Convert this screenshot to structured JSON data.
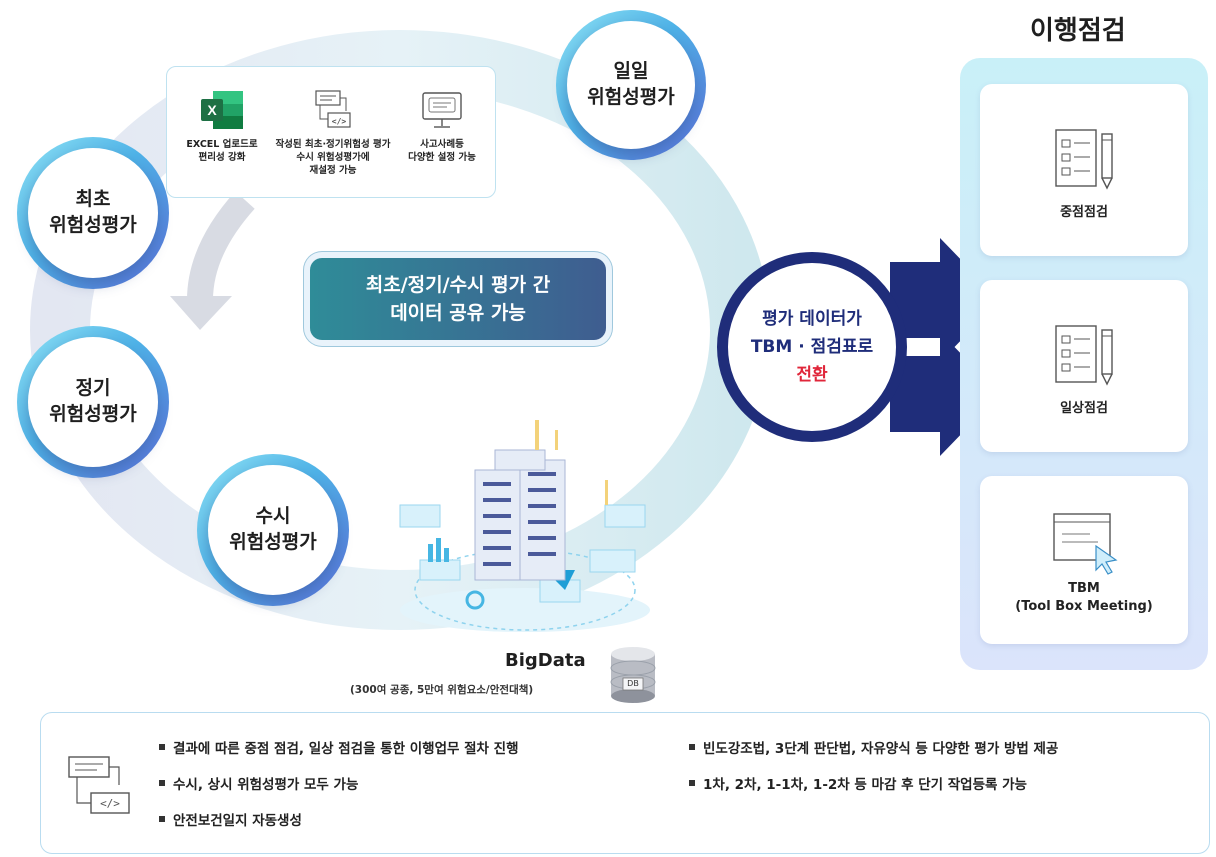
{
  "header": {
    "title": "이행점검"
  },
  "cycle": {
    "daily": {
      "line1": "일일",
      "line2": "위험성평가"
    },
    "initial": {
      "line1": "최초",
      "line2": "위험성평가"
    },
    "regular": {
      "line1": "정기",
      "line2": "위험성평가"
    },
    "occasional": {
      "line1": "수시",
      "line2": "위험성평가"
    }
  },
  "features": [
    {
      "icon": "excel-icon",
      "line1": "EXCEL 업로드로",
      "line2": "편리성 강화",
      "line3": ""
    },
    {
      "icon": "code-flow-icon",
      "line1": "작성된 최초·정기위험성 평가",
      "line2": "수시 위험성평가에",
      "line3": "재설정 가능"
    },
    {
      "icon": "monitor-icon",
      "line1": "사고사례등",
      "line2": "다양한 설정 가능",
      "line3": ""
    }
  ],
  "share_box": {
    "line1": "최초/정기/수시 평가 간",
    "line2": "데이터 공유 가능"
  },
  "conversion": {
    "line1": "평가 데이터가",
    "line2": "TBM · 점검표로",
    "line3": "전환"
  },
  "bigdata": {
    "title": "BigData",
    "subtitle": "(300여 공종, 5만여 위험요소/안전대책)",
    "db_label": "DB"
  },
  "inspection_cards": [
    {
      "icon": "checklist-pencil-icon",
      "label": "중점점검",
      "label2": ""
    },
    {
      "icon": "checklist-pencil-icon",
      "label": "일상점검",
      "label2": ""
    },
    {
      "icon": "window-cursor-icon",
      "label": "TBM",
      "label2": "(Tool Box Meeting)"
    }
  ],
  "bullets_left": [
    "결과에 따른 중점 점검, 일상 점검을 통한 이행업무 절차 진행",
    "수시, 상시 위험성평가 모두 가능",
    "안전보건일지 자동생성"
  ],
  "bullets_right": [
    "빈도강조법, 3단계 판단법, 자유양식 등 다양한 평가 방법 제공",
    "1차, 2차, 1-1차, 1-2차 등 마감 후 단기 작업등록 가능"
  ],
  "colors": {
    "navy": "#1f2d7a",
    "accent_red": "#e0263a",
    "teal": "#2f8c98",
    "excel_green": "#1d7044"
  }
}
